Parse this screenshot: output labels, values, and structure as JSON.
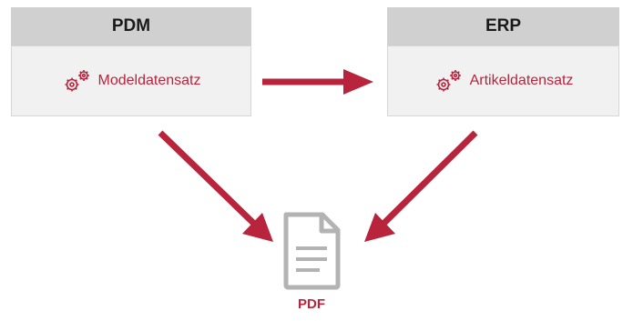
{
  "boxes": {
    "pdm": {
      "title": "PDM",
      "item": "Modeldatensatz"
    },
    "erp": {
      "title": "ERP",
      "item": "Artikeldatensatz"
    }
  },
  "output": {
    "label": "PDF"
  },
  "icons": {
    "gear": "gears-icon",
    "document": "document-icon",
    "arrow": "arrow-icon"
  },
  "colors": {
    "accent": "#b8243c",
    "header_bg": "#d0d0d0",
    "body_bg": "#f1f1f1",
    "doc_gray": "#b3b3b3"
  }
}
